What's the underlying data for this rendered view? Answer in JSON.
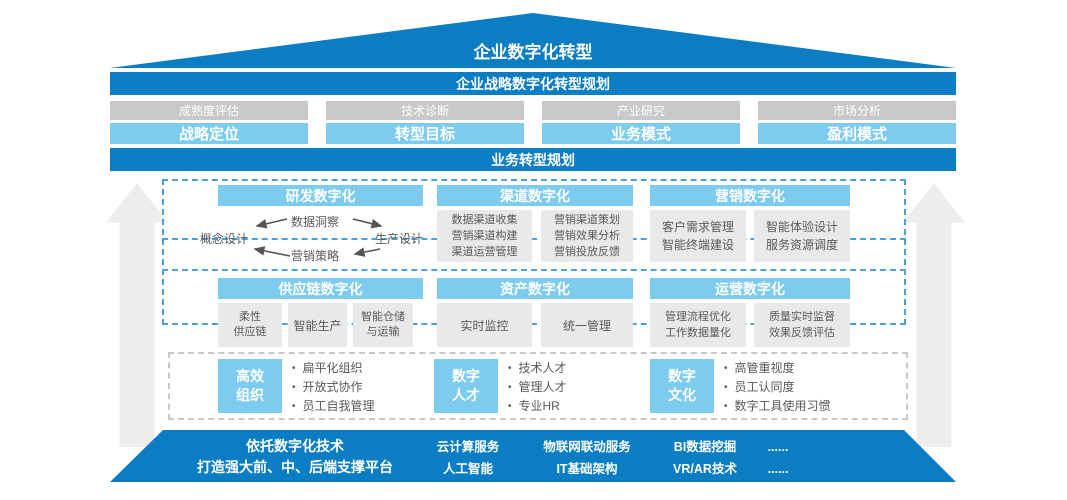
{
  "colors": {
    "blue": "#0A7DC3",
    "light_blue": "#7DCBEF",
    "gray_bar": "#C9C9C9",
    "gray_box": "#E9E9E9",
    "dash_blue": "#4AA0DC",
    "dash_gray": "#C8C8C8",
    "arrow_gray": "#EDEDED",
    "text_gray": "#595959"
  },
  "roof": {
    "title": "企业数字化转型"
  },
  "strategy": {
    "banner": "企业战略数字化转型规划",
    "columns": [
      {
        "header": "成熟度评估",
        "label": "战略定位"
      },
      {
        "header": "技术诊断",
        "label": "转型目标"
      },
      {
        "header": "产业研究",
        "label": "业务模式"
      },
      {
        "header": "市场分析",
        "label": "盈利模式"
      }
    ]
  },
  "business": {
    "banner": "业务转型规划",
    "rd": {
      "header": "研发数字化",
      "node_top": "数据洞察",
      "node_left": "概念设计",
      "node_right": "生产设计",
      "node_bottom": "营销策略"
    },
    "channel": {
      "header": "渠道数字化",
      "box1": "数据渠道收集\n营销渠道构建\n渠道运营管理",
      "box2": "营销渠道策划\n营销效果分析\n营销投放反馈"
    },
    "marketing": {
      "header": "营销数字化",
      "box1": "客户需求管理\n智能终端建设",
      "box2": "智能体验设计\n服务资源调度"
    },
    "supply": {
      "header": "供应链数字化",
      "box1": "柔性\n供应链",
      "box2": "智能生产",
      "box3": "智能仓储\n与运输"
    },
    "asset": {
      "header": "资产数字化",
      "box1": "实时监控",
      "box2": "统一管理"
    },
    "operation": {
      "header": "运营数字化",
      "box1": "管理流程优化\n工作数据量化",
      "box2": "质量实时监督\n效果反馈评估"
    }
  },
  "foundation": {
    "groups": [
      {
        "label": "高效\n组织",
        "items": [
          "扁平化组织",
          "开放式协作",
          "员工自我管理"
        ]
      },
      {
        "label": "数字\n人才",
        "items": [
          "技术人才",
          "管理人才",
          "专业HR"
        ]
      },
      {
        "label": "数字\n文化",
        "items": [
          "高管重视度",
          "员工认同度",
          "数字工具使用习惯"
        ]
      }
    ]
  },
  "platform": {
    "title": "依托数字化技术\n打造强大前、中、后端支撑平台",
    "techs": [
      [
        "云计算服务",
        "人工智能"
      ],
      [
        "物联网联动服务",
        "IT基础架构"
      ],
      [
        "BI数据挖掘",
        "VR/AR技术"
      ],
      [
        "......",
        "......"
      ]
    ]
  }
}
